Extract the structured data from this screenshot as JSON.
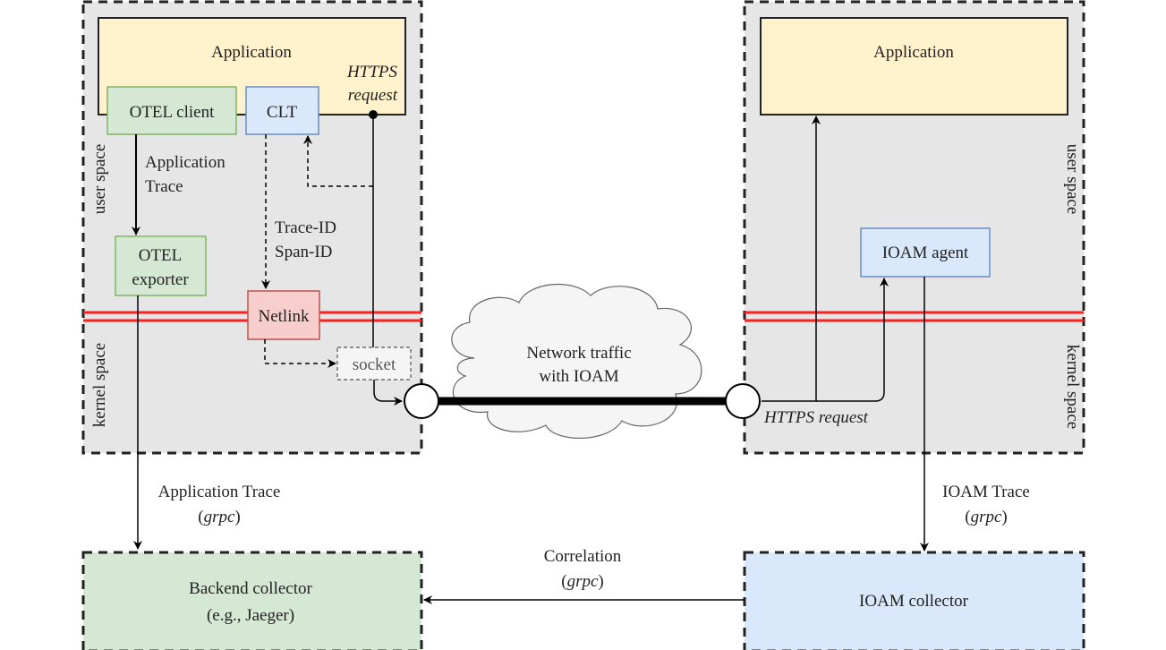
{
  "left_host": {
    "user_space_label": "user space",
    "kernel_space_label": "kernel space",
    "application": {
      "label": "Application",
      "fill": "#fff2cc"
    },
    "https_request_label": [
      "HTTPS",
      "request"
    ],
    "otel_client": {
      "label": "OTEL client",
      "fill": "#d5e8d4",
      "stroke": "#82b366"
    },
    "clt": {
      "label": "CLT",
      "fill": "#dae8fc",
      "stroke": "#6c8ebf"
    },
    "application_trace_label": [
      "Application",
      "Trace"
    ],
    "otel_exporter": {
      "label": [
        "OTEL",
        "exporter"
      ],
      "fill": "#d5e8d4",
      "stroke": "#82b366"
    },
    "trace_span_label": [
      "Trace-ID",
      "Span-ID"
    ],
    "netlink": {
      "label": "Netlink",
      "fill": "#f8cecc",
      "stroke": "#b85450"
    },
    "socket": {
      "label": "socket"
    }
  },
  "network": {
    "cloud_label": [
      "Network traffic",
      "with IOAM"
    ]
  },
  "right_host": {
    "user_space_label": "user space",
    "kernel_space_label": "kernel space",
    "application": {
      "label": "Application",
      "fill": "#fff2cc"
    },
    "ioam_agent": {
      "label": "IOAM agent",
      "fill": "#dae8fc",
      "stroke": "#6c8ebf"
    },
    "https_request_label": "HTTPS request"
  },
  "flows": {
    "application_trace": {
      "label": "Application Trace",
      "protocol": "grpc"
    },
    "ioam_trace": {
      "label": "IOAM Trace",
      "protocol": "grpc"
    },
    "correlation": {
      "label": "Correlation",
      "protocol": "grpc"
    }
  },
  "collectors": {
    "backend": {
      "label": [
        "Backend collector",
        "(e.g., Jaeger)"
      ],
      "fill": "#d5e8d4"
    },
    "ioam": {
      "label": "IOAM collector",
      "fill": "#dae8fc"
    }
  },
  "colors": {
    "host_fill": "#e6e6e6",
    "boundary_line": "#ff0000",
    "cloud_fill": "#f5f5f5"
  }
}
